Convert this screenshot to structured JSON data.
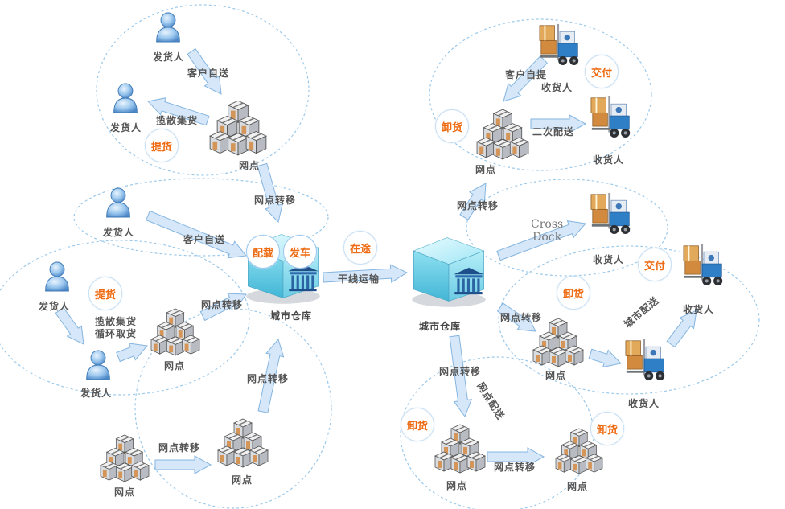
{
  "colors": {
    "arrow_fill": "#d3e6f8",
    "arrow_stroke": "#7fb2df",
    "dashed_ellipse": "#9cc9ea",
    "badge_text": "#ee6a10",
    "person_blue": "#5d9ad6",
    "warehouse_cyan": "#7fdcef",
    "box_orange": "#d28a3f"
  },
  "icons": [
    "person-icon",
    "box-stack-icon",
    "warehouse-icon",
    "forklift-icon"
  ],
  "nodes": {
    "sender": "发货人",
    "receiver": "收货人",
    "outlet": "网点",
    "city_warehouse": "城市仓库"
  },
  "badges": {
    "pickup": "提货",
    "load": "配载",
    "depart": "发车",
    "in_transit": "在途",
    "unload": "卸货",
    "deliver": "交付"
  },
  "edges": {
    "customer_dropoff": "客户自送",
    "scattered_collect": "揽散集货",
    "outlet_transfer": "网点转移",
    "circular_pickup": "揽散集货\n循环取货",
    "trunk_transport": "干线运输",
    "customer_pickup": "客户自提",
    "secondary_delivery": "二次配送",
    "cross_dock": "Cross\nDock",
    "city_delivery": "城市配送",
    "outlet_delivery": "网点配送"
  }
}
